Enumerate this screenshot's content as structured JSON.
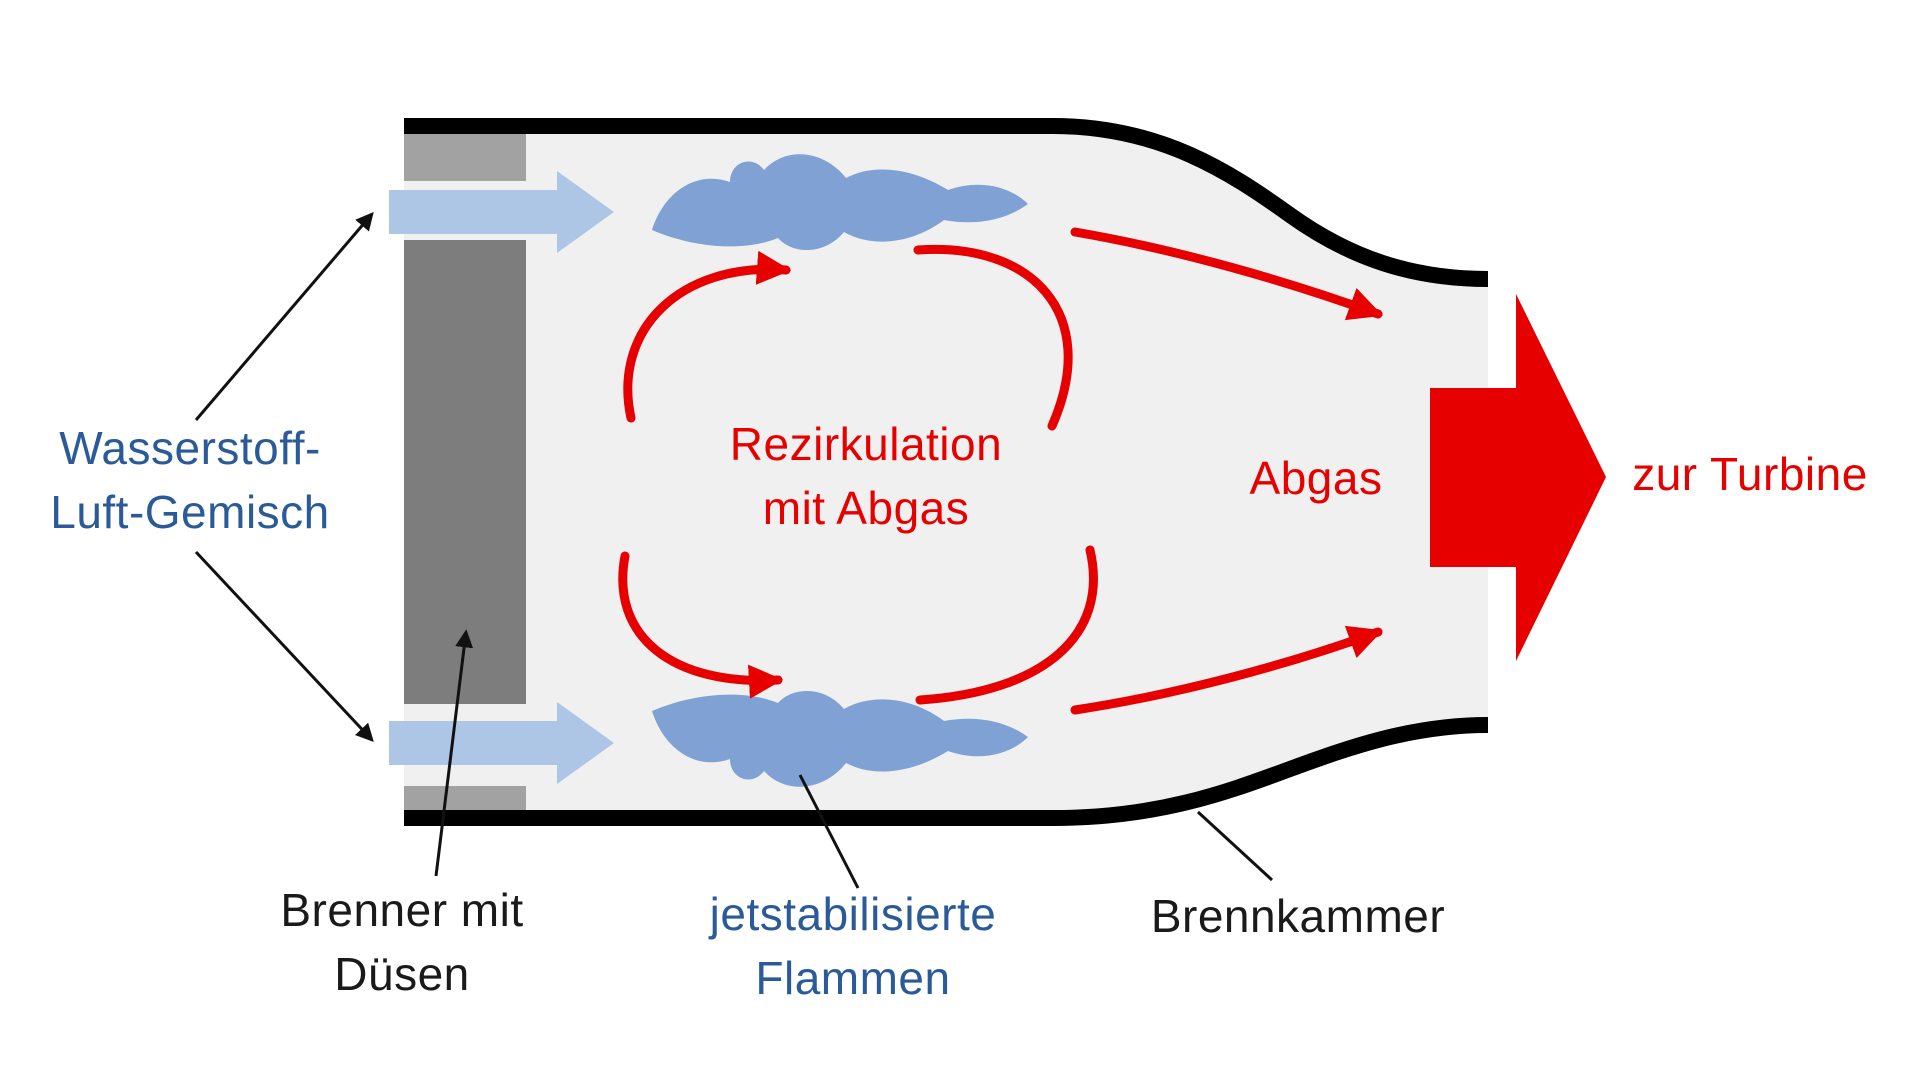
{
  "diagram": {
    "title": "Hydrogen combustor schematic",
    "labels": {
      "mixture": "Wasserstoff-\nLuft-Gemisch",
      "burner": "Brenner mit\nDüsen",
      "flames": "jetstabilisierte\nFlammen",
      "chamber": "Brennkammer",
      "recirculation": "Rezirkulation\nmit Abgas",
      "exhaust": "Abgas",
      "turbine": "zur Turbine"
    },
    "colors": {
      "label_blue": "#2b5a99",
      "label_red": "#e60000",
      "label_black": "#1a1a1a",
      "chamber_fill": "#f0f0f0",
      "outline": "#000000",
      "burner_dark": "#7d7d7d",
      "burner_light": "#a2a2a2",
      "inlet_arrow": "#adc6e6",
      "flame": "#7fa1d4",
      "flow_red": "#e60000",
      "pointer_black": "#111111"
    }
  }
}
